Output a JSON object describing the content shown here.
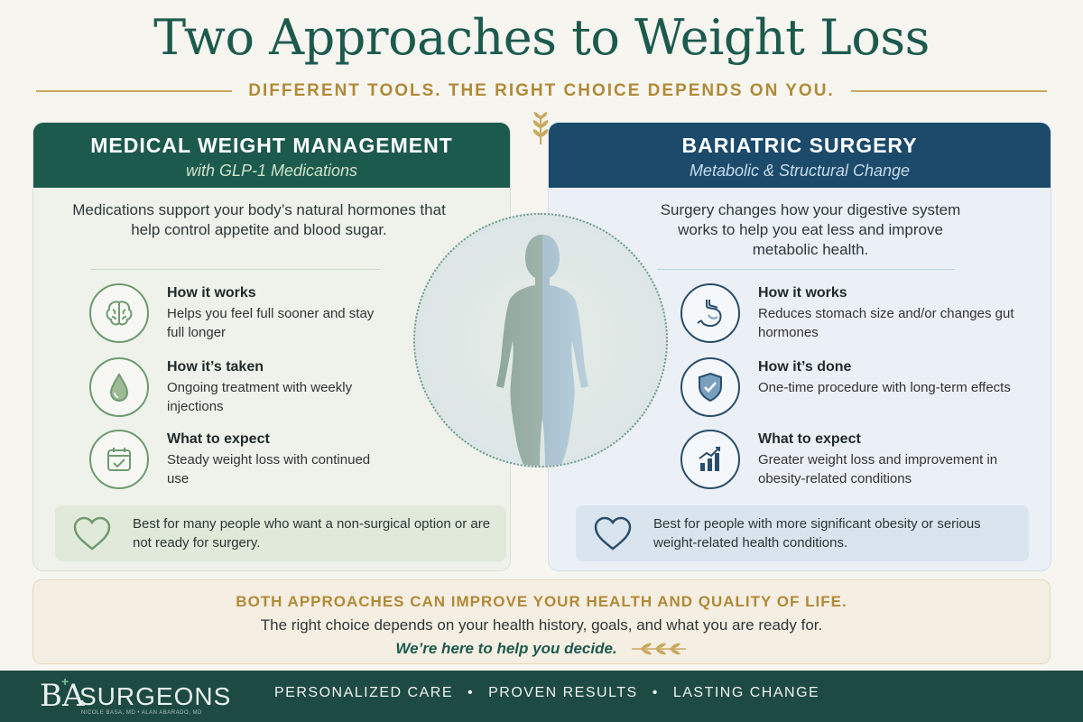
{
  "header": {
    "title": "Two Approaches to Weight Loss",
    "subtitle": "DIFFERENT TOOLS. THE RIGHT CHOICE DEPENDS ON YOU."
  },
  "left_panel": {
    "title": "MEDICAL WEIGHT MANAGEMENT",
    "subtitle": "with GLP-1 Medications",
    "intro": "Medications support your body’s natural hormones that help control appetite and blood sugar.",
    "items": [
      {
        "title": "How it works",
        "text": "Helps you feel full sooner and stay full longer",
        "icon": "brain-icon"
      },
      {
        "title": "How it’s taken",
        "text": "Ongoing treatment with weekly injections",
        "icon": "droplet-icon"
      },
      {
        "title": "What to expect",
        "text": "Steady weight loss with continued use",
        "icon": "calendar-check-icon"
      }
    ],
    "best_for": "Best for many people who want a non-surgical option or are not ready for surgery.",
    "accent": "#1d5a4e"
  },
  "right_panel": {
    "title": "BARIATRIC SURGERY",
    "subtitle": "Metabolic & Structural Change",
    "intro": "Surgery changes how your digestive system works to help you eat less and improve metabolic health.",
    "items": [
      {
        "title": "How it works",
        "text": "Reduces stomach size and/or changes gut hormones",
        "icon": "stomach-icon"
      },
      {
        "title": "How it’s done",
        "text": "One-time procedure with long-term effects",
        "icon": "shield-check-icon"
      },
      {
        "title": "What to expect",
        "text": "Greater weight loss and improvement in obesity-related conditions",
        "icon": "bar-chart-up-icon"
      }
    ],
    "best_for": "Best for people with more significant obesity or serious weight-related health conditions.",
    "accent": "#1b4a6b"
  },
  "bottom": {
    "headline": "BOTH APPROACHES CAN IMPROVE YOUR HEALTH AND QUALITY OF LIFE.",
    "text": "The right choice depends on your health history, goals, and what you are ready for.",
    "cta": "We’re here to help you decide."
  },
  "footer": {
    "logo_mark": "BA",
    "logo_word": "SURGEONS",
    "logo_small": "NICOLE BASA, MD • ALAN ABARADO, MD",
    "taglines": [
      "PERSONALIZED CARE",
      "PROVEN RESULTS",
      "LASTING CHANGE"
    ],
    "separator": "•"
  }
}
